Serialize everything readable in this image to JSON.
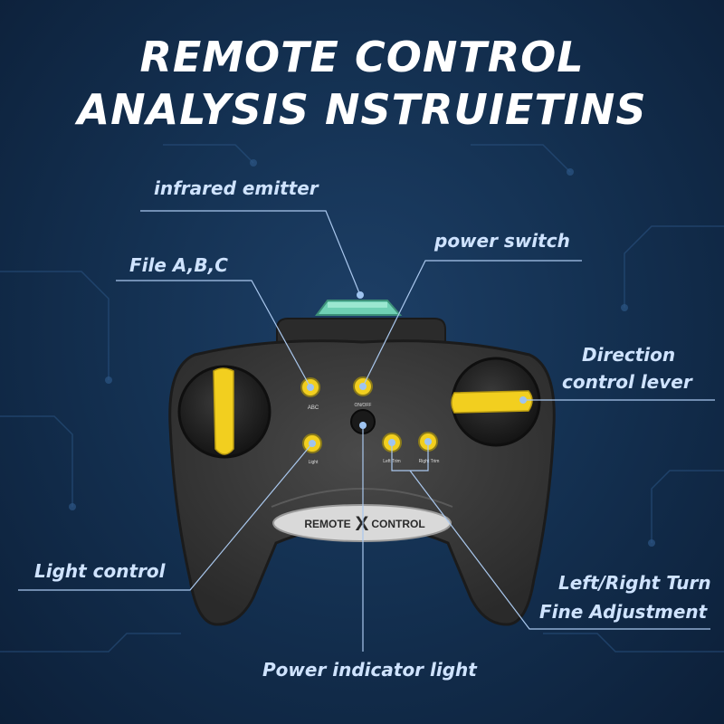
{
  "title": {
    "line1": "REMOTE CONTROL",
    "line2": "ANALYSIS NSTRUIETINS"
  },
  "callouts": {
    "infrared_emitter": "infrared emitter",
    "power_switch": "power switch",
    "file_abc": "File A,B,C",
    "direction_lever_1": "Direction",
    "direction_lever_2": "control lever",
    "light_control": "Light control",
    "turn_adjust_1": "Left/Right Turn",
    "turn_adjust_2": "Fine Adjustment",
    "power_indicator": "Power indicator light"
  },
  "device_print": {
    "brand_left": "REMOTE",
    "brand_right": "CONTROL",
    "abc_label": "ABC",
    "onoff_label": "ON/OFF",
    "light_label": "Light",
    "left_trim_label": "Left Trim",
    "right_trim_label": "Right Trim"
  },
  "colors": {
    "background": "#143152",
    "controller_body": "#3b3b3b",
    "button_yellow": "#f2cf1f",
    "emitter_teal": "#6fd0b4",
    "callout_line": "#aac8ee",
    "callout_dot": "#9fc4f0"
  }
}
